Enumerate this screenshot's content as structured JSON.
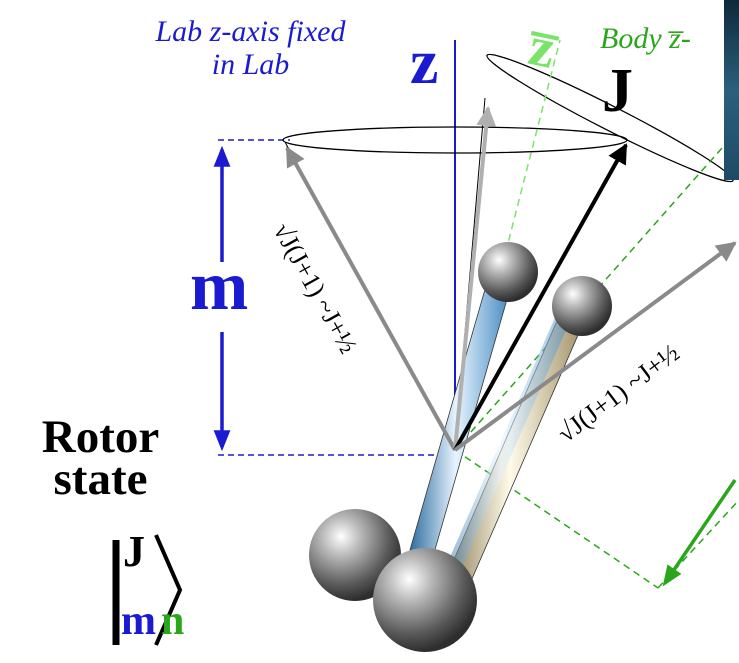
{
  "labels": {
    "lab_axis_note_line1": "Lab z-axis fixed",
    "lab_axis_note_line2": "in Lab",
    "lab_z": "z",
    "body_axis_note": "Body z̅-",
    "body_z": "z̅",
    "J": "J",
    "m": "m",
    "rotor_state_line1": "Rotor",
    "rotor_state_line2": "state",
    "ket_J": "J",
    "ket_m": "m",
    "ket_n": "n",
    "magnitude_left": "√J(J+1) ~J+½",
    "magnitude_right": "√J(J+1) ~J+½"
  },
  "colors": {
    "lab_blue": "#1a1ad0",
    "body_green": "#2aa61a",
    "light_green": "#7be36a",
    "vector_gray": "#8a8a8a",
    "vector_black": "#000000"
  }
}
